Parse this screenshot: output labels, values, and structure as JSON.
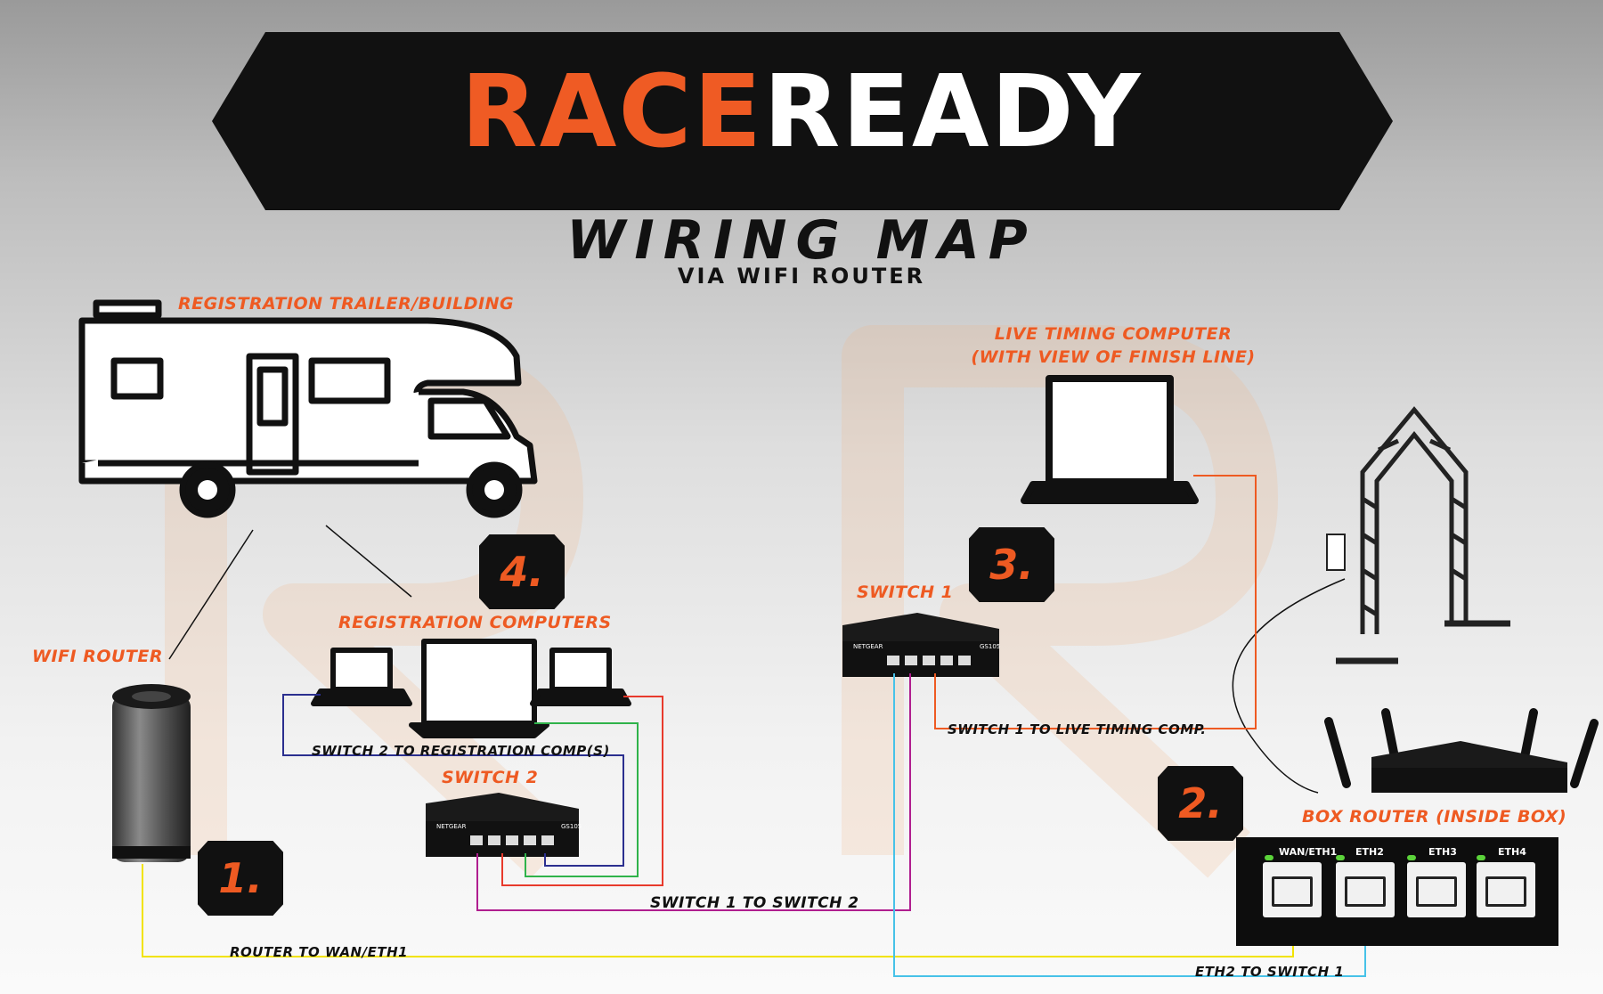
{
  "brand": {
    "logo_part1": "RACE",
    "logo_part2": "READY",
    "accent": "#ee5a22"
  },
  "header": {
    "title": "WIRING MAP",
    "subtitle": "VIA WIFI ROUTER"
  },
  "devices": {
    "registration_trailer": "REGISTRATION TRAILER/BUILDING",
    "wifi_router": "WIFI ROUTER",
    "registration_computers": "REGISTRATION COMPUTERS",
    "switch_2": "SWITCH 2",
    "switch_1": "SWITCH 1",
    "live_timing_line1": "LIVE TIMING COMPUTER",
    "live_timing_line2": "(WITH VIEW OF FINISH LINE)",
    "box_router": "BOX ROUTER (INSIDE BOX)"
  },
  "steps": [
    "1.",
    "2.",
    "3.",
    "4."
  ],
  "connections": {
    "switch2_to_reg": "SWITCH 2 TO REGISTRATION COMP(S)",
    "switch1_to_live": "SWITCH 1 TO LIVE TIMING COMP.",
    "switch1_to_switch2": "SWITCH 1 TO SWITCH 2",
    "router_to_wan": "ROUTER TO WAN/ETH1",
    "eth2_to_switch1": "ETH2 TO SWITCH 1"
  },
  "switch_markings": {
    "vendor": "NETGEAR",
    "model": "GS105"
  },
  "ports": [
    "WAN/ETH1",
    "ETH2",
    "ETH3",
    "ETH4"
  ],
  "wire_colors": {
    "navy": "#2b2f8f",
    "green": "#2fb34a",
    "red": "#e83a2c",
    "magenta": "#b01e8f",
    "yellow": "#f2e300",
    "cyan": "#47c2e8",
    "orange": "#ee5a22"
  }
}
